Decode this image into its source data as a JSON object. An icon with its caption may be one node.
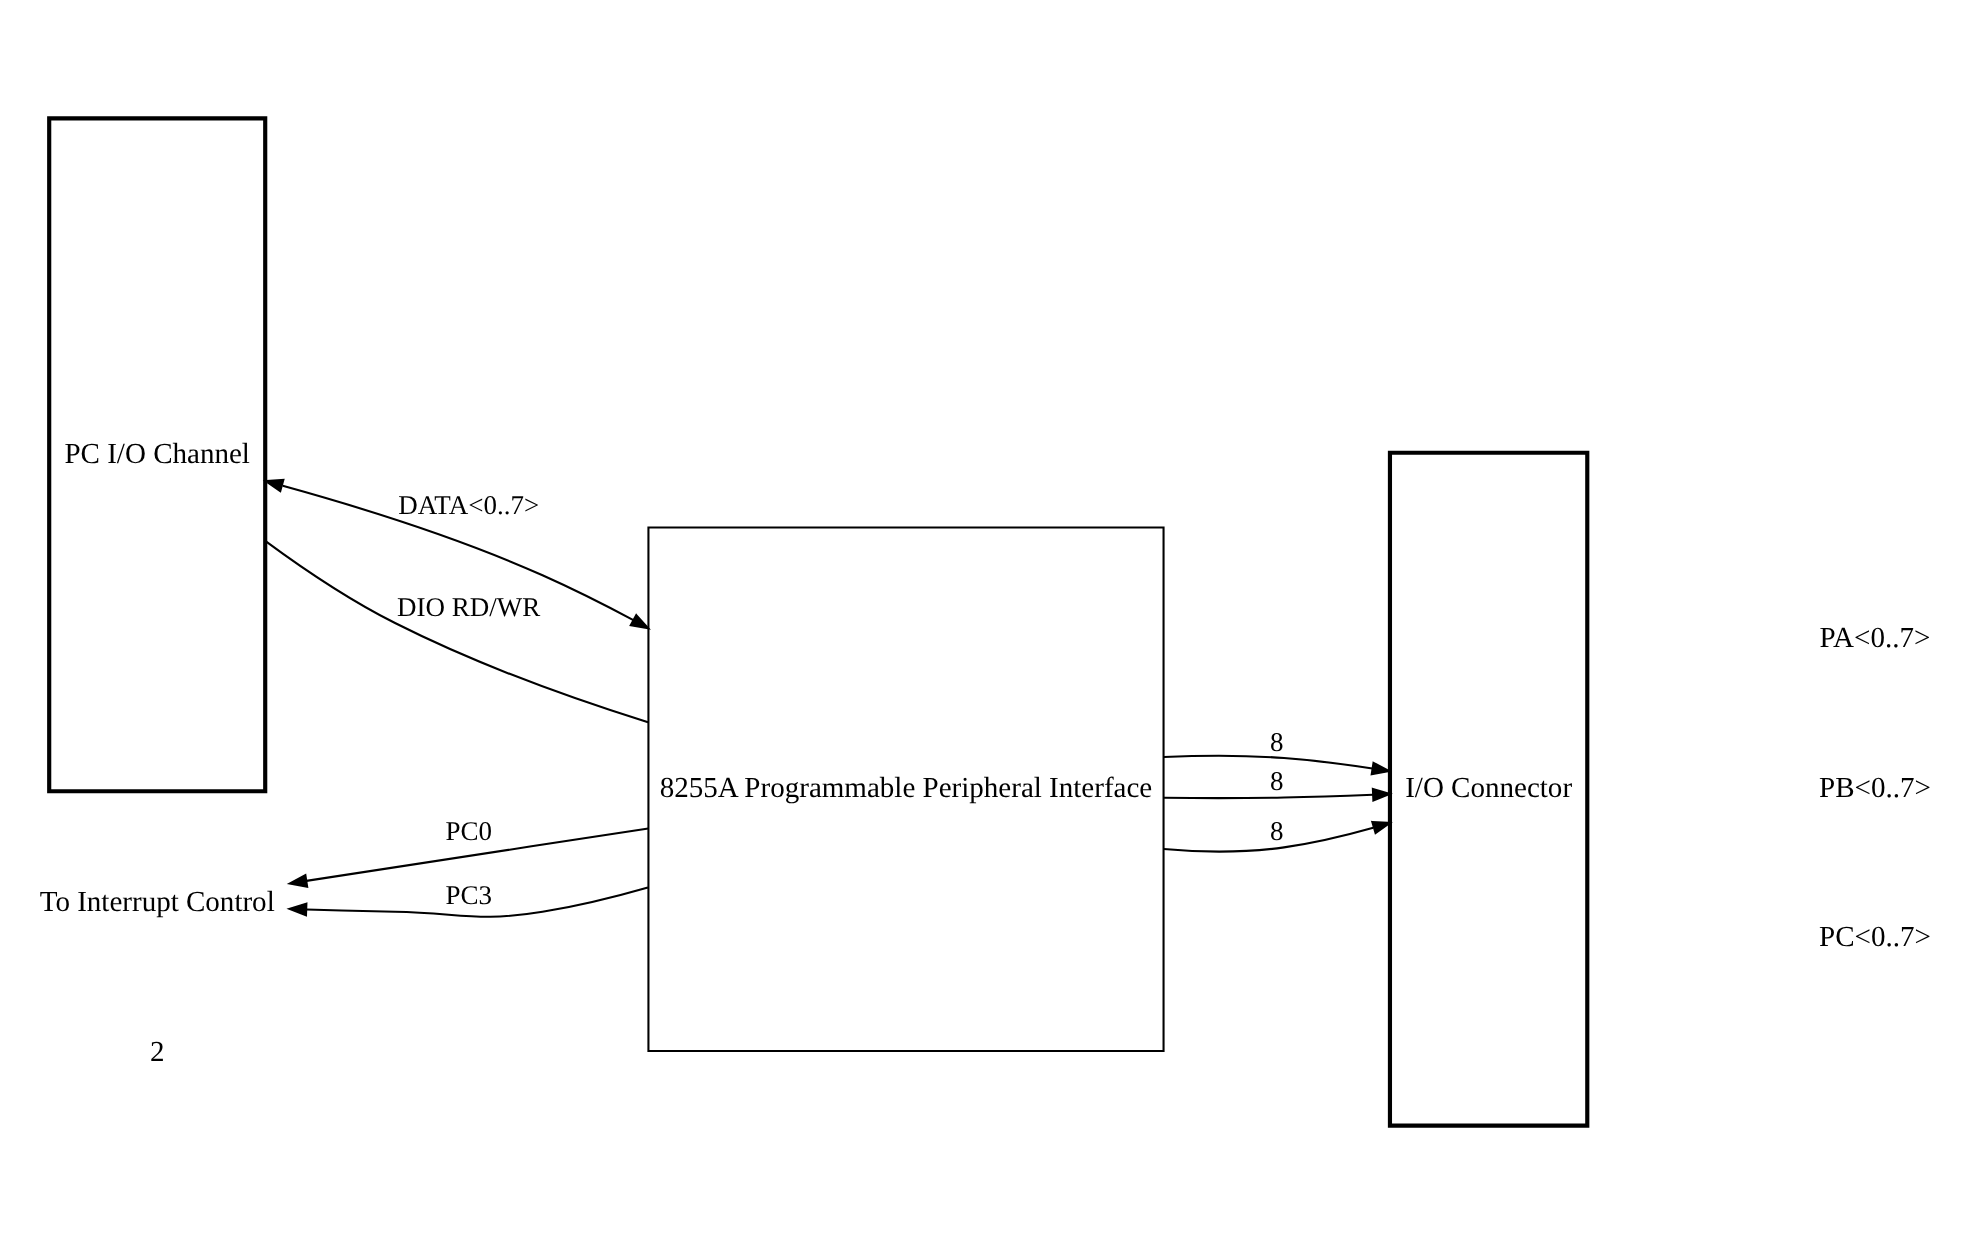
{
  "diagram": {
    "nodes": [
      {
        "text": [
          "PC I/O Channel"
        ]
      },
      {
        "text": [
          "8255A Programmable Peripheral Interface"
        ]
      },
      {
        "text": [
          "I/O Connector"
        ]
      },
      {
        "text": [
          "To Interrupt Control"
        ]
      }
    ],
    "edges": [
      {
        "from": 0,
        "to": 1,
        "arrow": "both",
        "label": "DATA<0..7>"
      },
      {
        "from": 0,
        "to": 1,
        "arrow": "none",
        "label": "DIO RD/WR"
      },
      {
        "from": 1,
        "to": 2,
        "arrow": "to",
        "label": "8"
      },
      {
        "from": 1,
        "to": 2,
        "arrow": "to",
        "label": "8"
      },
      {
        "from": 1,
        "to": 2,
        "arrow": "to",
        "label": "8"
      },
      {
        "from": 1,
        "to": 3,
        "arrow": "to",
        "label": "PC0"
      },
      {
        "from": 1,
        "to": 3,
        "arrow": "to",
        "label": "PC3"
      }
    ],
    "labels": [
      "2",
      "PA<0..7>",
      "PB<0..7>",
      "PC<0..7>"
    ]
  }
}
